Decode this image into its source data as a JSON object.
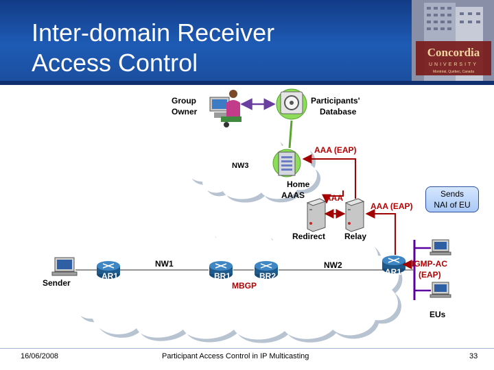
{
  "title": {
    "line1": "Inter-domain Receiver",
    "line2": "Access Control"
  },
  "logo": {
    "name": "Concordia",
    "sub": "UNIVERSITY",
    "city": "Montréal, Québec, Canada"
  },
  "labels": {
    "group_owner_1": "Group",
    "group_owner_2": "Owner",
    "participants_db_1": "Participants'",
    "participants_db_2": "Database",
    "aaa_eap_top": "AAA (EAP)",
    "nw3": "NW3",
    "home_aaas_1": "Home",
    "home_aaas_2": "AAAS",
    "aaa": "AAA",
    "aaa_eap_right": "AAA (EAP)",
    "sends_1": "Sends",
    "sends_2": "NAI of EU",
    "redirect": "Redirect",
    "relay": "Relay",
    "nw1": "NW1",
    "nw2": "NW2",
    "ar1_left": "AR1",
    "br1": "BR1",
    "br2": "BR2",
    "ar1_right": "AR1",
    "mbgp": "MBGP",
    "igmp_1": "IGMP-AC",
    "igmp_2": "(EAP)",
    "sender": "Sender",
    "eus": "EUs"
  },
  "footer": {
    "date": "16/06/2008",
    "center": "Participant Access Control in IP Multicasting",
    "page": "33"
  },
  "colors": {
    "header": "#1e5bb5",
    "arrow_red": "#a00000",
    "router": "#1f5a8c",
    "cloud_shadow": "#b8c3d2",
    "eu_bus": "#5a00a0"
  }
}
